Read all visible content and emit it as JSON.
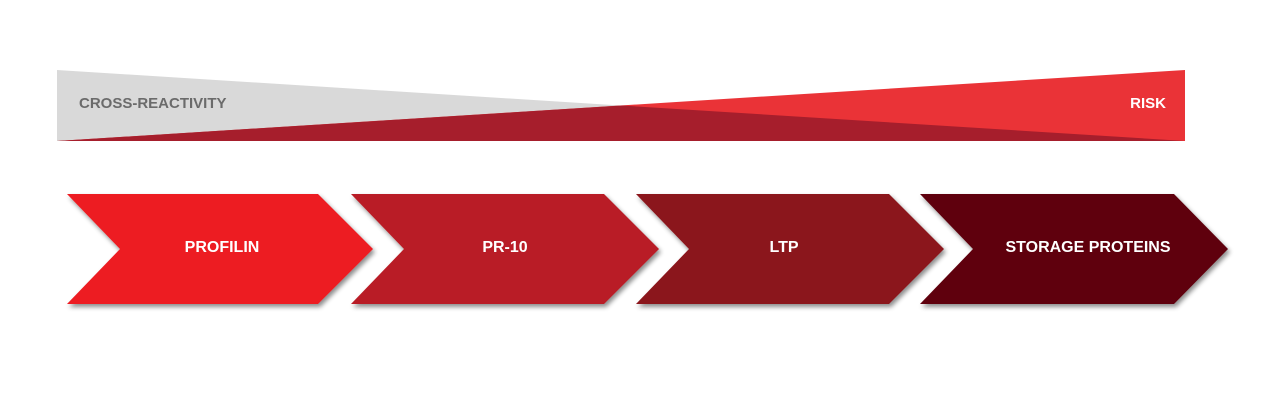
{
  "gradient_bar": {
    "left_label": "CROSS-REACTIVITY",
    "right_label": "RISK",
    "colors": {
      "cross_reactivity": "#d9d9d9",
      "risk": "#ea3337",
      "overlap": "#a61e2c",
      "left_label_text": "#6b6b6b",
      "right_label_text": "#ffffff"
    }
  },
  "stages": [
    {
      "label": "PROFILIN",
      "color": "#ed1c24"
    },
    {
      "label": "PR-10",
      "color": "#b91c25"
    },
    {
      "label": "LTP",
      "color": "#8b141b"
    },
    {
      "label": "STORAGE PROTEINS",
      "color": "#5e0510"
    }
  ]
}
